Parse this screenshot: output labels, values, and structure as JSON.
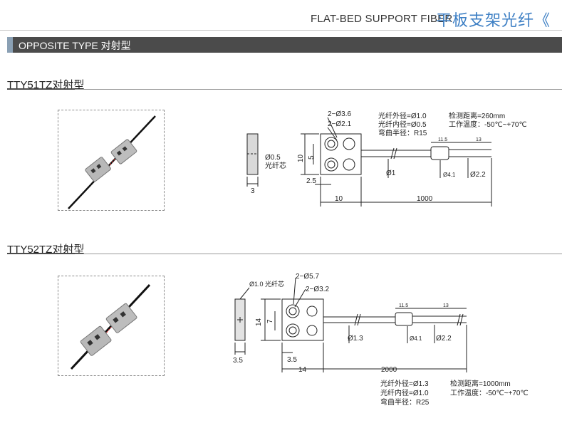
{
  "header": {
    "title_en": "FLAT-BED SUPPORT FIBER",
    "title_cn": "平板支架光纤《"
  },
  "category_bar": {
    "label": "OPPOSITE TYPE 对射型"
  },
  "sections": [
    {
      "title": "TTY51TZ对射型",
      "side_view": {
        "fiber_core_label": "Ø0.5",
        "fiber_core_text": "光纤芯",
        "width_dim": "3"
      },
      "front_view": {
        "hole_large": "2−Ø3.6",
        "hole_small": "2−Ø2.1",
        "height_dim": "10",
        "hole_pitch": "5",
        "offset_dim": "2.5",
        "cable_dia": "Ø1",
        "sleeve_len": "11.5",
        "tip_len": "13",
        "sleeve_dia": "Ø4.1",
        "tip_dia": "Ø2.2",
        "body_len": "10",
        "fiber_len": "1000"
      },
      "specs": {
        "outer_dia": "光纤外径=Ø1.0",
        "inner_dia": "光纤内径=Ø0.5",
        "bend_radius": "弯曲半径：R15",
        "distance": "检测距离=260mm",
        "temperature": "工作温度：-50℃~+70℃"
      }
    },
    {
      "title": "TTY52TZ对射型",
      "side_view": {
        "fiber_core_label": "Ø1.0 光纤芯",
        "width_dim": "3.5"
      },
      "front_view": {
        "hole_large": "2−Ø5.7",
        "hole_small": "2−Ø3.2",
        "height_dim": "14",
        "hole_pitch": "7",
        "offset_dim": "3.5",
        "cable_dia": "Ø1.3",
        "sleeve_len": "11.5",
        "tip_len": "13",
        "sleeve_dia": "Ø4.1",
        "tip_dia": "Ø2.2",
        "body_len": "14",
        "fiber_len": "2000"
      },
      "specs": {
        "outer_dia": "光纤外径=Ø1.3",
        "inner_dia": "光纤内径=Ø1.0",
        "bend_radius": "弯曲半径：R25",
        "distance": "检测距离=1000mm",
        "temperature": "工作温度：-50℃~+70℃"
      }
    }
  ]
}
